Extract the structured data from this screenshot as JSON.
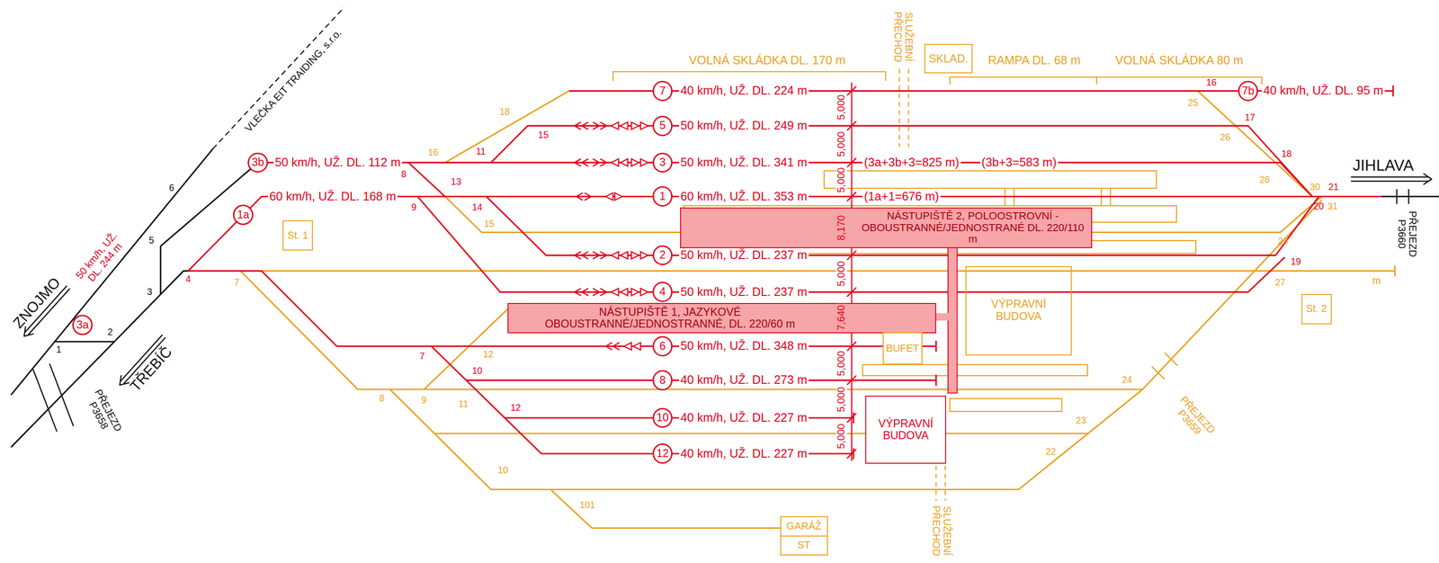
{
  "diagram": {
    "nodes": [
      {
        "text": [
          "SKLAD."
        ]
      },
      {
        "text": [
          "7"
        ]
      },
      {
        "text": [
          "7b"
        ]
      },
      {
        "text": [
          "5"
        ]
      },
      {
        "text": [
          "3b"
        ]
      },
      {
        "text": [
          "3"
        ]
      },
      {
        "text": [
          "1a"
        ]
      },
      {
        "text": [
          "1"
        ]
      },
      {
        "text": [
          "NÁSTUPIŠTĚ 2, POLOOSTROVNÍ - OBOUSTRANNÉ/JEDNOSTRANÉ DL. 220/110 m"
        ]
      },
      {
        "text": [
          "St. 1"
        ]
      },
      {
        "text": [
          "2"
        ]
      },
      {
        "text": [
          "VÝPRAVNÍ BUDOVA"
        ]
      },
      {
        "text": [
          "4"
        ]
      },
      {
        "text": [
          "St. 2"
        ]
      },
      {
        "text": [
          "NÁSTUPIŠTĚ 1, JAZYKOVÉ OBOUSTRANNÉ/JEDNOSTRANNÉ, DL. 220/60 m"
        ]
      },
      {
        "text": [
          "3a"
        ]
      },
      {
        "text": [
          "6"
        ]
      },
      {
        "text": [
          "BUFET"
        ]
      },
      {
        "text": [
          "8"
        ]
      },
      {
        "text": [
          "10"
        ]
      },
      {
        "text": [
          "VÝPRAVNÍ BUDOVA"
        ]
      },
      {
        "text": [
          "12"
        ]
      },
      {
        "text": [
          "GARÁŽ",
          "ST"
        ]
      }
    ],
    "labels": [
      "VOLNÁ SKLÁDKA DL. 170 m",
      "RAMPA DL. 68 m",
      "VOLNÁ SKLÁDKA 80 m",
      "SLUŽEBNÍ PŘECHOD",
      "VLEČKA EIT TRAIDING, s.r.o.",
      "40 km/h, UŽ. DL. 224 m",
      "40 km/h, UŽ. DL. 95 m",
      "50 km/h, UŽ. DL. 249 m",
      "50 km/h, UŽ. DL. 112 m",
      "50 km/h, UŽ. DL. 341 m",
      "(3a+3b+3=825 m)",
      "(3b+3=583 m)",
      "60 km/h, UŽ. DL. 168 m",
      "60 km/h, UŽ. DL. 353 m",
      "(1a+1=676 m)",
      "JIHLAVA",
      "50 km/h, UŽ. DL. 237 m",
      "PŘEJEZD P3660",
      "50 km/h, UŽ. DL. 237 m",
      "m",
      "50 km/h, UŽ. DL. 244 m",
      "ZNOJMO",
      "TŘEBÍČ",
      "PŘEJEZD P3658",
      "50 km/h, UŽ. DL. 348 m",
      "40 km/h, UŽ. DL. 273 m",
      "40 km/h, UŽ. DL. 227 m",
      "40 km/h, UŽ. DL. 227 m",
      "PŘEJEZD P3659",
      "SLUŽEBNÍ PŘECHOD",
      "5,000",
      "5,000",
      "5,000",
      "8,170",
      "5,000",
      "7,640",
      "5,000",
      "5,000",
      "5,000",
      "8",
      "9",
      "13",
      "14",
      "11",
      "15",
      "16",
      "17",
      "18",
      "21",
      "20",
      "19",
      "4",
      "7",
      "10",
      "12",
      "1",
      "2",
      "3",
      "5",
      "6",
      "18",
      "16",
      "15",
      "7",
      "12",
      "9",
      "11",
      "8",
      "10",
      "101",
      "25",
      "26",
      "28",
      "30",
      "31",
      "29",
      "27",
      "24",
      "23",
      "22"
    ]
  }
}
